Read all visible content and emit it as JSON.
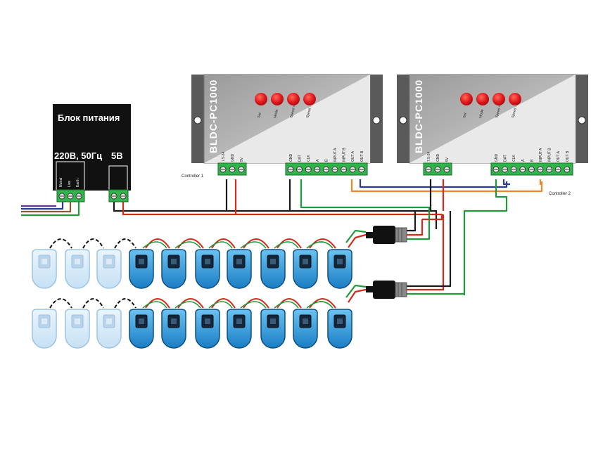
{
  "power_supply": {
    "title": "Блок питания",
    "input_label": "220В, 50Гц",
    "output_label": "5В",
    "input_terminals": [
      "Nutral",
      "Live",
      "Earth"
    ]
  },
  "controllers": [
    {
      "model": "BLDC-PC1000",
      "label": "Controller 1",
      "buttons": [
        "Set",
        "Mode",
        "Speed +",
        "Speed -"
      ],
      "power_pins": [
        "7.5-24",
        "GND",
        "5V"
      ],
      "data_pins": [
        "GND",
        "DAT",
        "CLK",
        "A",
        "B",
        "INPUT A",
        "INPUT B",
        "OUT A",
        "OUT B"
      ]
    },
    {
      "model": "BLDC-PC1000",
      "label": "Controller 2",
      "buttons": [
        "Set",
        "Mode",
        "Speed +",
        "Speed -"
      ],
      "power_pins": [
        "7.5-24",
        "GND",
        "5V"
      ],
      "data_pins": [
        "GND",
        "DAT",
        "CLK",
        "A",
        "B",
        "INPUT A",
        "INPUT B",
        "OUT A",
        "OUT B"
      ]
    }
  ],
  "colors": {
    "wire_black": "#1a1a1a",
    "wire_red": "#d42a1c",
    "wire_green": "#1f9a3a",
    "wire_blue": "#2a3a9c",
    "wire_orange": "#e8892a",
    "wire_brown": "#8a5a2a",
    "wire_purple": "#5a3a8a",
    "terminal_green": "#2fb54a",
    "button_red": "#e0171b",
    "psu_black": "#111111",
    "module_blue": "#1f8fd6",
    "module_faded": "#cfe5f7"
  }
}
